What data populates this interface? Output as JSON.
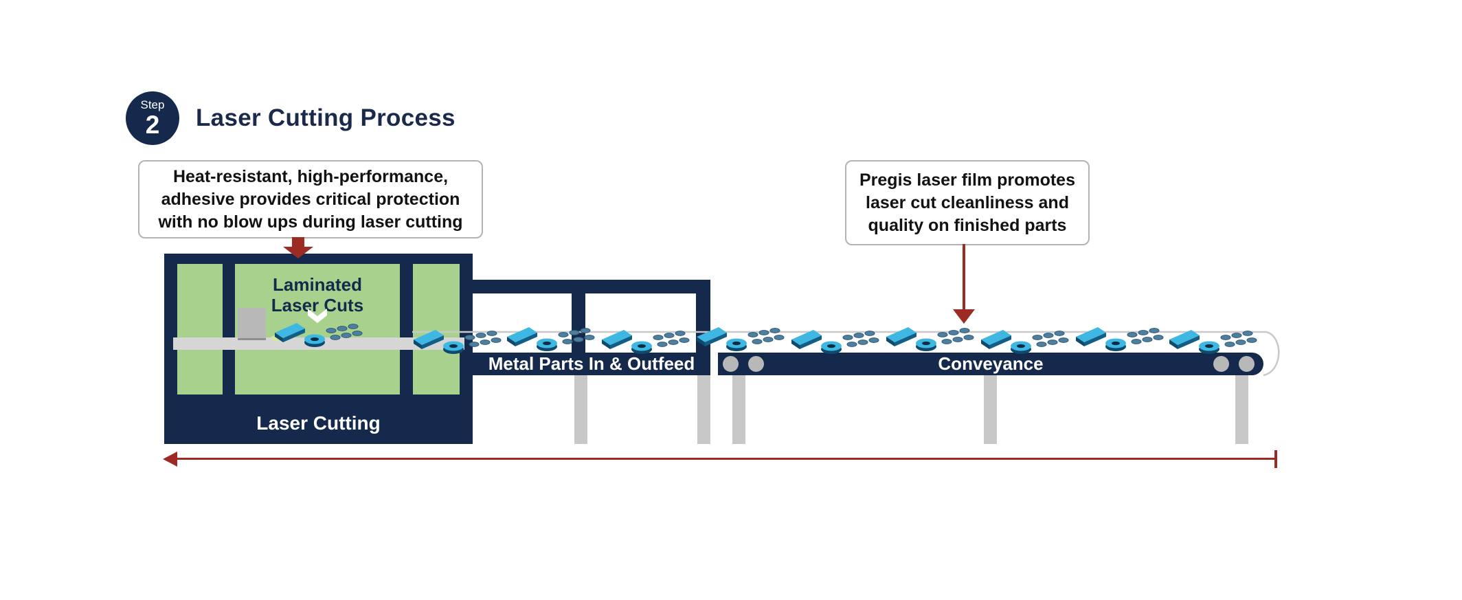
{
  "colors": {
    "navy": "#14294b",
    "title_navy": "#1b2a4a",
    "green": "#a9d18e",
    "red": "#9c2b23",
    "teal": "#3fb7e3",
    "teal_dark": "#135e86",
    "teal_deep": "#0d4a6b",
    "cluster_blue": "#4f7f9e",
    "gray_leg": "#c8c8c8",
    "gray_roller": "#b8b8b8",
    "belt_gray": "#d6d6d6",
    "line_gray": "#c9c9c9",
    "callout_border": "#b3b3b3"
  },
  "step_badge": {
    "label": "Step",
    "number": "2"
  },
  "title": "Laser Cutting Process",
  "callout_left": {
    "lines": [
      "Heat-resistant, high-performance,",
      "adhesive provides critical protection",
      "with no blow ups during laser cutting"
    ]
  },
  "callout_right": {
    "lines": [
      "Pregis laser film promotes",
      "laser cut cleanliness and",
      "quality on finished parts"
    ]
  },
  "machine": {
    "window_label": {
      "lines": [
        "Laminated",
        "Laser Cuts"
      ]
    },
    "label": "Laser Cutting"
  },
  "infeed": {
    "label": "Metal Parts In & Outfeed"
  },
  "conveyor": {
    "label": "Conveyance"
  }
}
